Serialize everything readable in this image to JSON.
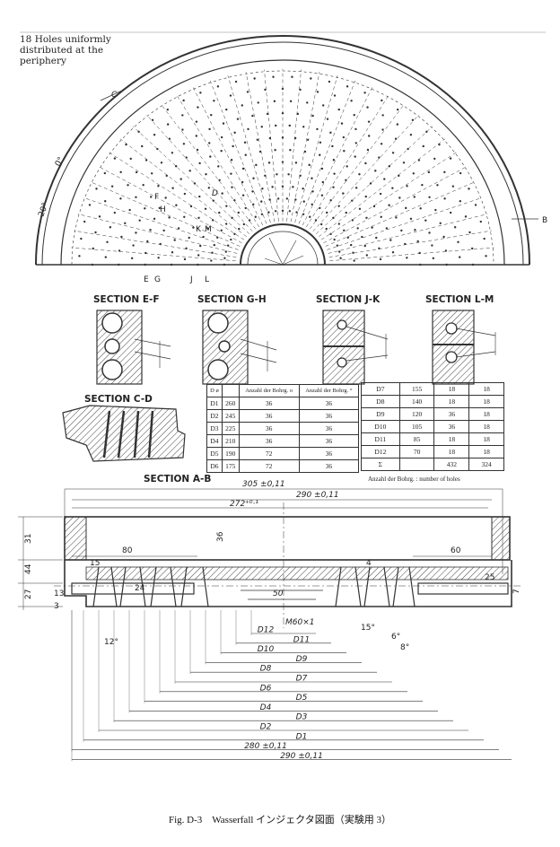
{
  "note_lines": [
    "18 Holes uniformly",
    "distributed at the",
    "periphery"
  ],
  "plan_labels": {
    "c": "C",
    "d": "D",
    "e": "E",
    "g": "G",
    "j": "J",
    "l": "L",
    "f": "F",
    "h": "H",
    "k": "K",
    "m": "M",
    "b": "B",
    "angle1": "20°",
    "angle2": "0°"
  },
  "sections": {
    "ef": "SECTION E-F",
    "gh": "SECTION G-H",
    "jk": "SECTION J-K",
    "lm": "SECTION L-M",
    "cd": "SECTION C-D",
    "ab": "SECTION A-B"
  },
  "table1": {
    "header": [
      "D ø",
      "Anzahl der Bohrg. o",
      "Anzahl der Bohrg. °"
    ],
    "rows": [
      [
        "D1",
        "260",
        "36",
        "36"
      ],
      [
        "D2",
        "245",
        "36",
        "36"
      ],
      [
        "D3",
        "225",
        "36",
        "36"
      ],
      [
        "D4",
        "210",
        "36",
        "36"
      ],
      [
        "D5",
        "190",
        "72",
        "36"
      ],
      [
        "D6",
        "175",
        "72",
        "36"
      ]
    ]
  },
  "table2": {
    "rows": [
      [
        "D7",
        "155",
        "18",
        "18"
      ],
      [
        "D8",
        "140",
        "18",
        "18"
      ],
      [
        "D9",
        "120",
        "36",
        "18"
      ],
      [
        "D10",
        "105",
        "36",
        "18"
      ],
      [
        "D11",
        "85",
        "18",
        "18"
      ],
      [
        "D12",
        "70",
        "18",
        "18"
      ],
      [
        "Σ",
        "",
        "432",
        "324"
      ]
    ],
    "footnote": "Anzahl der Bohrg. : number of holes"
  },
  "dims": {
    "d305": "305 ±0,11",
    "d290top": "290 ±0,11",
    "d272": "272⁺⁰·¹",
    "d80": "80",
    "d60": "60",
    "d36": "36",
    "d31": "31",
    "d44": "44",
    "d27": "27",
    "d25": "25",
    "d15": "15",
    "d24": "24",
    "dm60": "M60×1",
    "d50": "50",
    "d13": "13",
    "d3": "3",
    "d7": "7",
    "d4": "4",
    "d15deg": "15°",
    "d6a": "6°",
    "d8a": "8°",
    "d12a": "12°"
  },
  "diameters": [
    "D12",
    "D11",
    "D10",
    "D9",
    "D8",
    "D7",
    "D6",
    "D5",
    "D4",
    "D3",
    "D2",
    "D1"
  ],
  "dia_bottom": [
    "280 ±0,11",
    "290 ±0,11"
  ],
  "caption": "Fig. D-3　Wasserfall インジェクタ図面（実験用 3）"
}
